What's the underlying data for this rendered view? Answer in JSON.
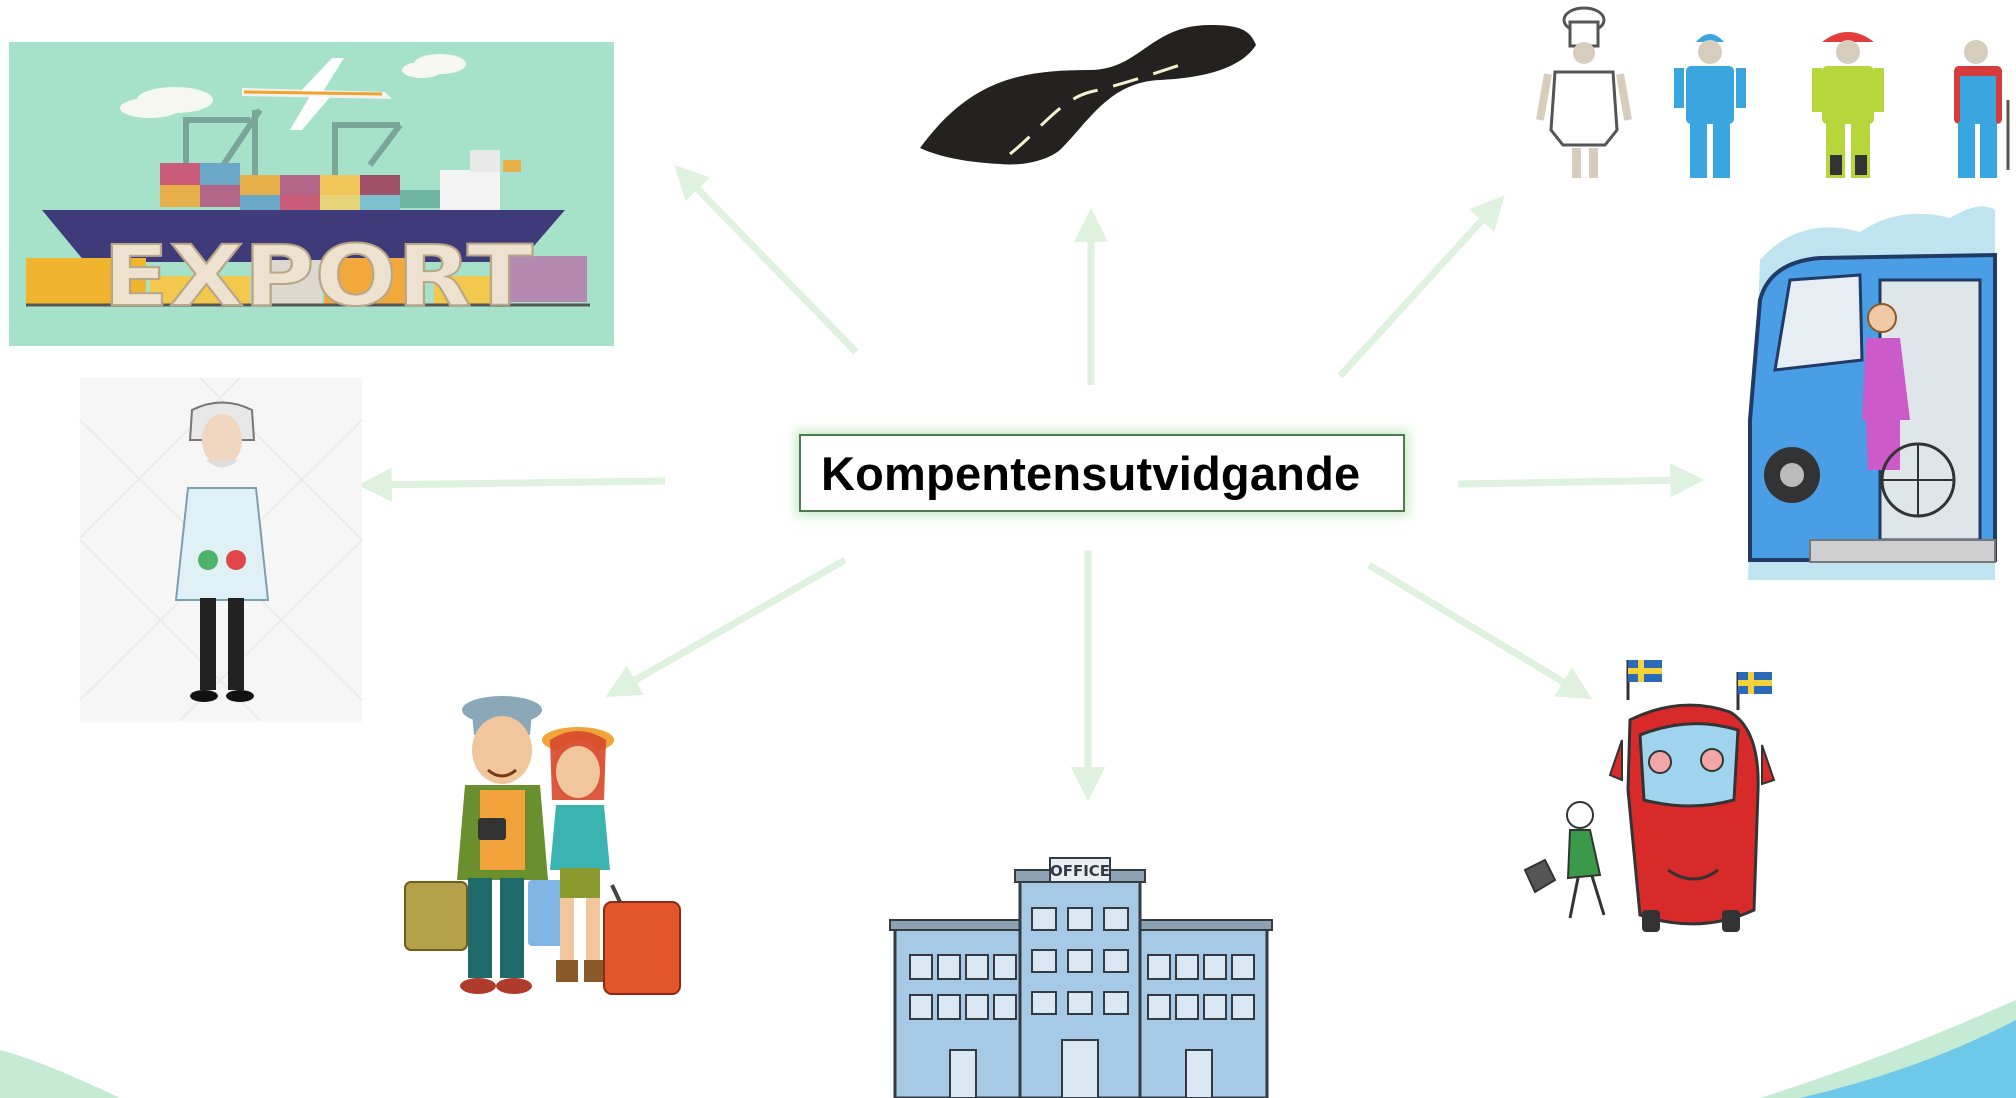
{
  "diagram": {
    "center_label": "Kompentensutvidgande",
    "images": [
      {
        "id": "export",
        "icon": "export-cargo-ship-illustration",
        "text": "EXPORT"
      },
      {
        "id": "road",
        "icon": "winding-road-illustration"
      },
      {
        "id": "workers",
        "icon": "workers-in-uniforms-illustration"
      },
      {
        "id": "scientist",
        "icon": "scientist-illustration"
      },
      {
        "id": "accessible-van",
        "icon": "wheelchair-van-illustration"
      },
      {
        "id": "tourists",
        "icon": "tourists-with-luggage-illustration"
      },
      {
        "id": "office",
        "icon": "office-building-illustration",
        "text": "OFFICE"
      },
      {
        "id": "bus",
        "icon": "red-bus-with-flags-illustration"
      }
    ],
    "colors": {
      "arrow": "#dff1df",
      "center_border": "#4f7a4f",
      "center_glow": "#a0dca0",
      "export_bg": "#a6e2c9",
      "wave_green": "#c6ebd4",
      "wave_blue": "#6ec8ea"
    }
  }
}
